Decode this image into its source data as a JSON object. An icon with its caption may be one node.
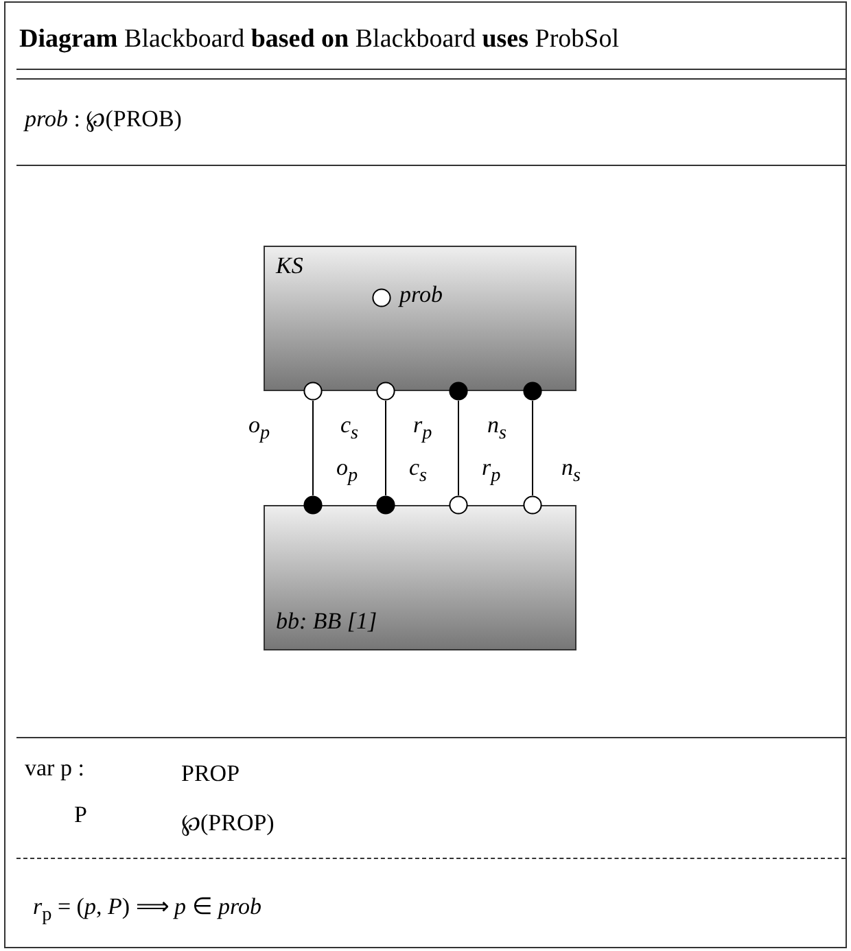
{
  "diagram": {
    "title": "**Diagram** Blackboard **based on** Blackboard **uses** ProbSol",
    "nodes": [
      {
        "text": [
          "KS"
        ]
      },
      {
        "text": [],
        "shape": "circle",
        "in": 0,
        "beside": [
          "prob"
        ]
      },
      {
        "text": [
          "bb: BB [1]"
        ]
      },
      {
        "text": [],
        "shape": "circle",
        "beside": [
          "o$_{p}$"
        ]
      },
      {
        "text": [],
        "shape": "circle",
        "beside": [
          "c$_{s}$"
        ]
      },
      {
        "text": [],
        "shape": "circle",
        "beside": [
          "r$_{p}$"
        ]
      },
      {
        "text": [],
        "shape": "circle",
        "beside": [
          "n$_{s}$"
        ]
      },
      {
        "text": [],
        "shape": "circle",
        "beside": [
          "o$_{p}$"
        ]
      },
      {
        "text": [],
        "shape": "circle",
        "beside": [
          "c$_{s}$"
        ]
      },
      {
        "text": [],
        "shape": "circle",
        "beside": [
          "r$_{p}$"
        ]
      },
      {
        "text": [],
        "shape": "circle",
        "beside": [
          "n$_{s}$"
        ]
      }
    ],
    "edges": [
      {
        "from": 3,
        "to": 7,
        "arrow": "none"
      },
      {
        "from": 4,
        "to": 8,
        "arrow": "none"
      },
      {
        "from": 5,
        "to": 9,
        "arrow": "none"
      },
      {
        "from": 6,
        "to": 10,
        "arrow": "none"
      }
    ],
    "labels": [
      "*prob* : ℘(PROB)",
      "var p :",
      "PROP",
      "P",
      "℘(PROP)",
      "*r*$_{p}$ = (*p*, *P*) ⟹ *p* ∈ *prob*"
    ]
  }
}
